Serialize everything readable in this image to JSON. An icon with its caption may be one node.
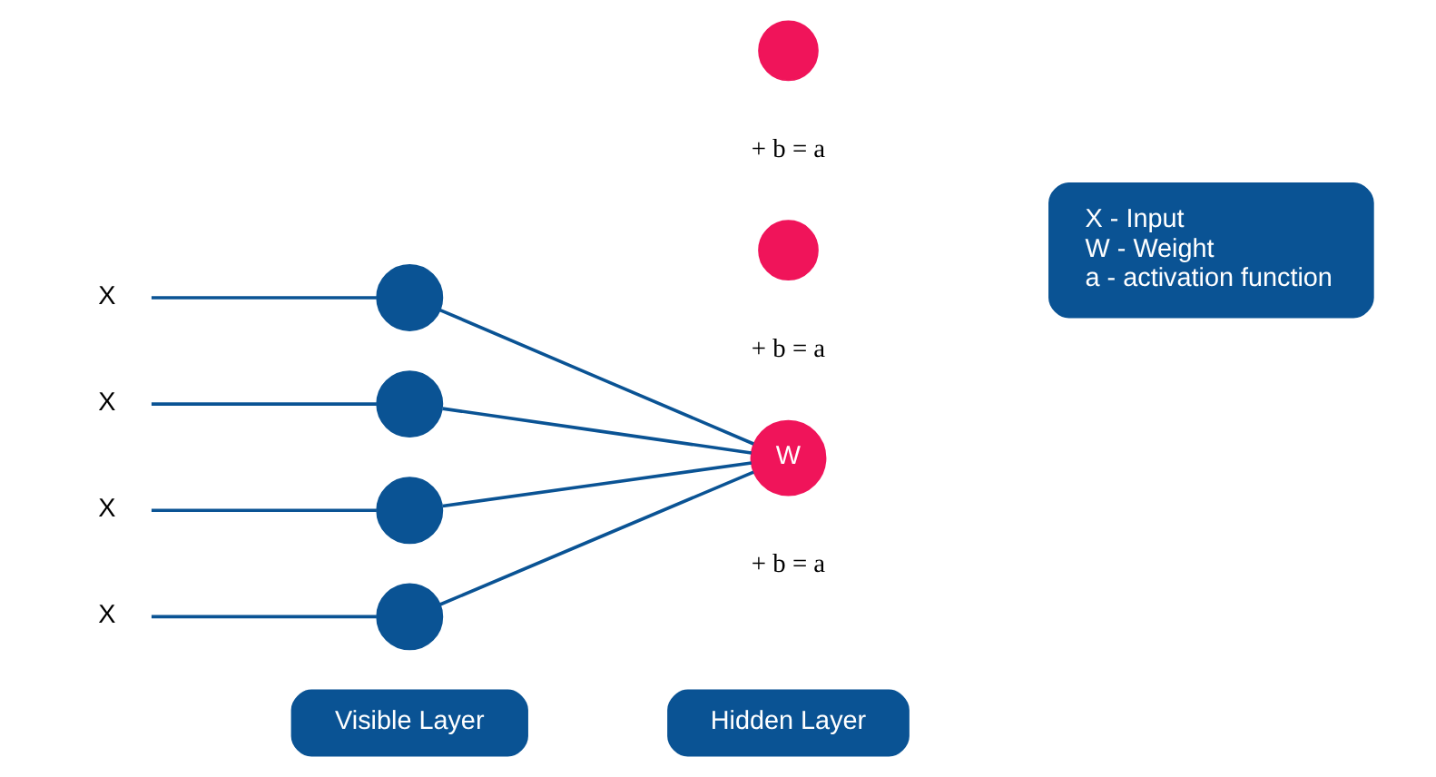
{
  "diagram": {
    "nodes": [
      {
        "text": [
          "Visible Layer"
        ]
      },
      {
        "text": [
          "Hidden Layer"
        ]
      },
      {
        "text": [
          "X"
        ]
      },
      {
        "text": [
          "X"
        ]
      },
      {
        "text": [
          "X"
        ]
      },
      {
        "text": [
          "X"
        ]
      },
      {
        "text": [],
        "shape": "circle"
      },
      {
        "text": [],
        "shape": "circle"
      },
      {
        "text": [],
        "shape": "circle"
      },
      {
        "text": [],
        "shape": "circle"
      },
      {
        "text": [
          "W"
        ],
        "beside": [
          "+ b = a"
        ]
      },
      {
        "text": [],
        "shape": "circle",
        "beside": [
          "+ b = a"
        ]
      },
      {
        "text": [],
        "shape": "circle",
        "beside": [
          "+ b = a"
        ]
      },
      {
        "text": [
          "X - Input",
          "W - Weight",
          "a - activation function"
        ]
      }
    ],
    "edges": [
      {
        "from": 2,
        "to": 6,
        "arrow": "none"
      },
      {
        "from": 3,
        "to": 7,
        "arrow": "none"
      },
      {
        "from": 4,
        "to": 8,
        "arrow": "none"
      },
      {
        "from": 5,
        "to": 9,
        "arrow": "none"
      },
      {
        "from": 6,
        "to": 10,
        "arrow": "none"
      },
      {
        "from": 7,
        "to": 10,
        "arrow": "none"
      },
      {
        "from": 8,
        "to": 10,
        "arrow": "none"
      },
      {
        "from": 9,
        "to": 10,
        "arrow": "none"
      }
    ]
  }
}
